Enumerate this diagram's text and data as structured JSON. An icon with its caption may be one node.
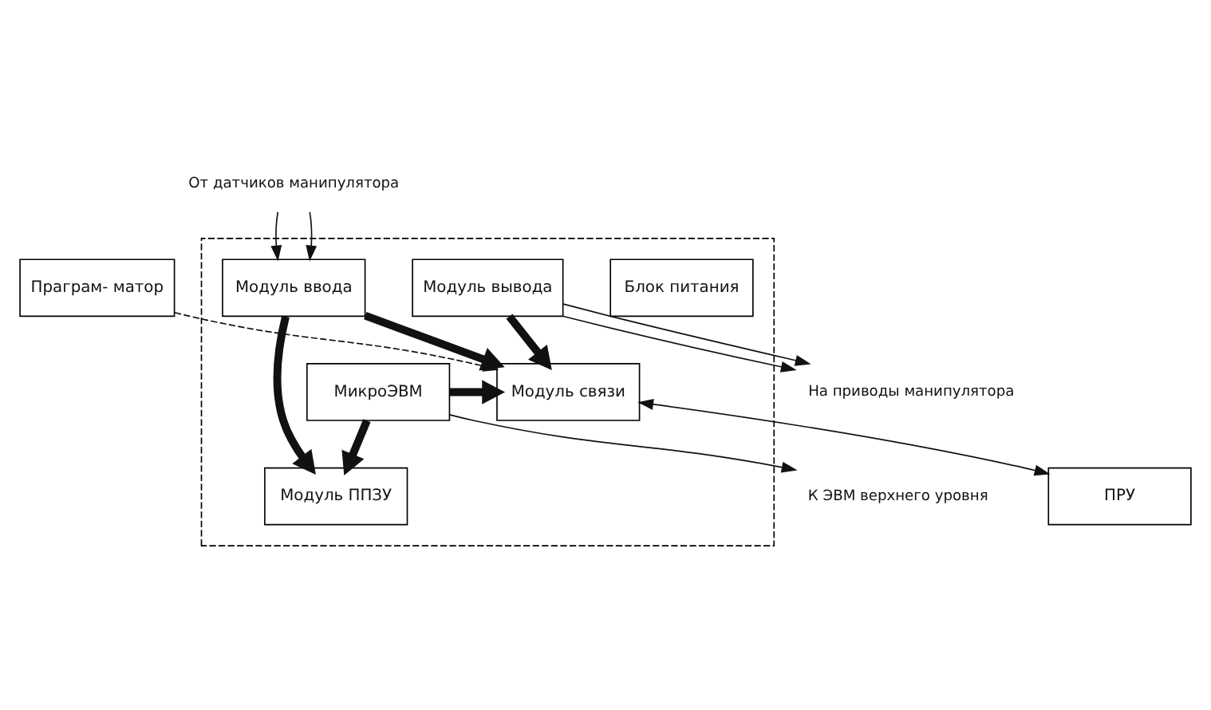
{
  "diagram": {
    "nodes": [
      {
        "text": [],
        "shape": "box"
      },
      {
        "text": [
          "Блок питания"
        ],
        "in": 0
      },
      {
        "text": [
          "Модуль ввода"
        ],
        "in": 0
      },
      {
        "text": [
          "Модуль вывода"
        ],
        "in": 0
      },
      {
        "text": [
          "МикроЭВМ"
        ],
        "in": 0
      },
      {
        "text": [
          "Модуль связи"
        ],
        "in": 0
      },
      {
        "text": [
          "Модуль ППЗУ"
        ],
        "in": 0
      },
      {
        "text": [
          "ПРУ"
        ]
      },
      {
        "text": [
          "Праграм- матор"
        ]
      },
      {
        "text": [
          "От датчиков манипулятора"
        ]
      },
      {
        "text": [
          "На приводы манипулятора"
        ]
      },
      {
        "text": [
          "К ЭВМ верхнего уровня"
        ]
      }
    ],
    "edges": [
      {
        "from": 9,
        "to": 2,
        "arrow": "to"
      },
      {
        "from": 9,
        "to": 2,
        "arrow": "to"
      },
      {
        "from": 3,
        "to": 10,
        "arrow": "to"
      },
      {
        "from": 3,
        "to": 10,
        "arrow": "to"
      },
      {
        "from": 4,
        "to": 11,
        "arrow": "to"
      },
      {
        "from": 4,
        "to": 5,
        "arrow": "to",
        "style": "thick"
      },
      {
        "from": 4,
        "to": 6,
        "arrow": "to",
        "style": "thick"
      },
      {
        "from": 2,
        "to": 6,
        "arrow": "to",
        "style": "thick"
      },
      {
        "from": 2,
        "to": 5,
        "arrow": "to",
        "style": "thick"
      },
      {
        "from": 3,
        "to": 5,
        "arrow": "to",
        "style": "thick"
      },
      {
        "from": 5,
        "to": 7,
        "arrow": "both"
      },
      {
        "from": 8,
        "to": 5,
        "arrow": "to",
        "style": "dashed"
      }
    ]
  }
}
